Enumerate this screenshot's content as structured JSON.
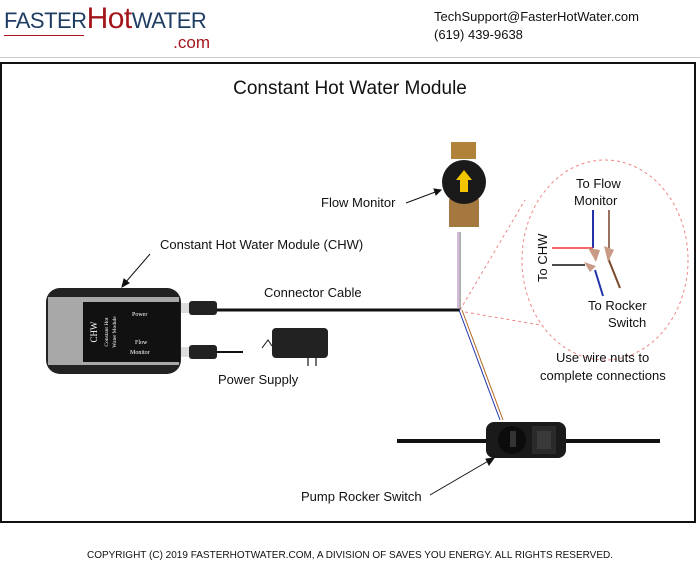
{
  "logo": {
    "part1": "FASTER",
    "part2": "Hot",
    "part3": "WATER",
    "part4": ".com"
  },
  "contact": {
    "email": "TechSupport@FasterHotWater.com",
    "phone": "(619) 439-9638"
  },
  "title": "Constant Hot Water Module",
  "labels": {
    "flow_monitor": "Flow Monitor",
    "chw_module": "Constant Hot Water Module (CHW)",
    "connector_cable": "Connector Cable",
    "power_supply": "Power Supply",
    "pump_rocker_switch": "Pump Rocker Switch",
    "to_flow_monitor_1": "To Flow",
    "to_flow_monitor_2": "Monitor",
    "to_chw": "To CHW",
    "to_rocker_1": "To Rocker",
    "to_rocker_2": "Switch",
    "wire_nuts_1": "Use wire nuts to",
    "wire_nuts_2": "complete connections"
  },
  "device": {
    "name": "CHW",
    "sub1": "Constant Hot",
    "sub2": "Water Module",
    "power": "Power",
    "flow1": "Flow",
    "flow2": "Monitor"
  },
  "copyright": "COPYRIGHT (C) 2019 FASTERHOTWATER.COM, A DIVISION OF SAVES YOU ENERGY. ALL RIGHTS RESERVED."
}
